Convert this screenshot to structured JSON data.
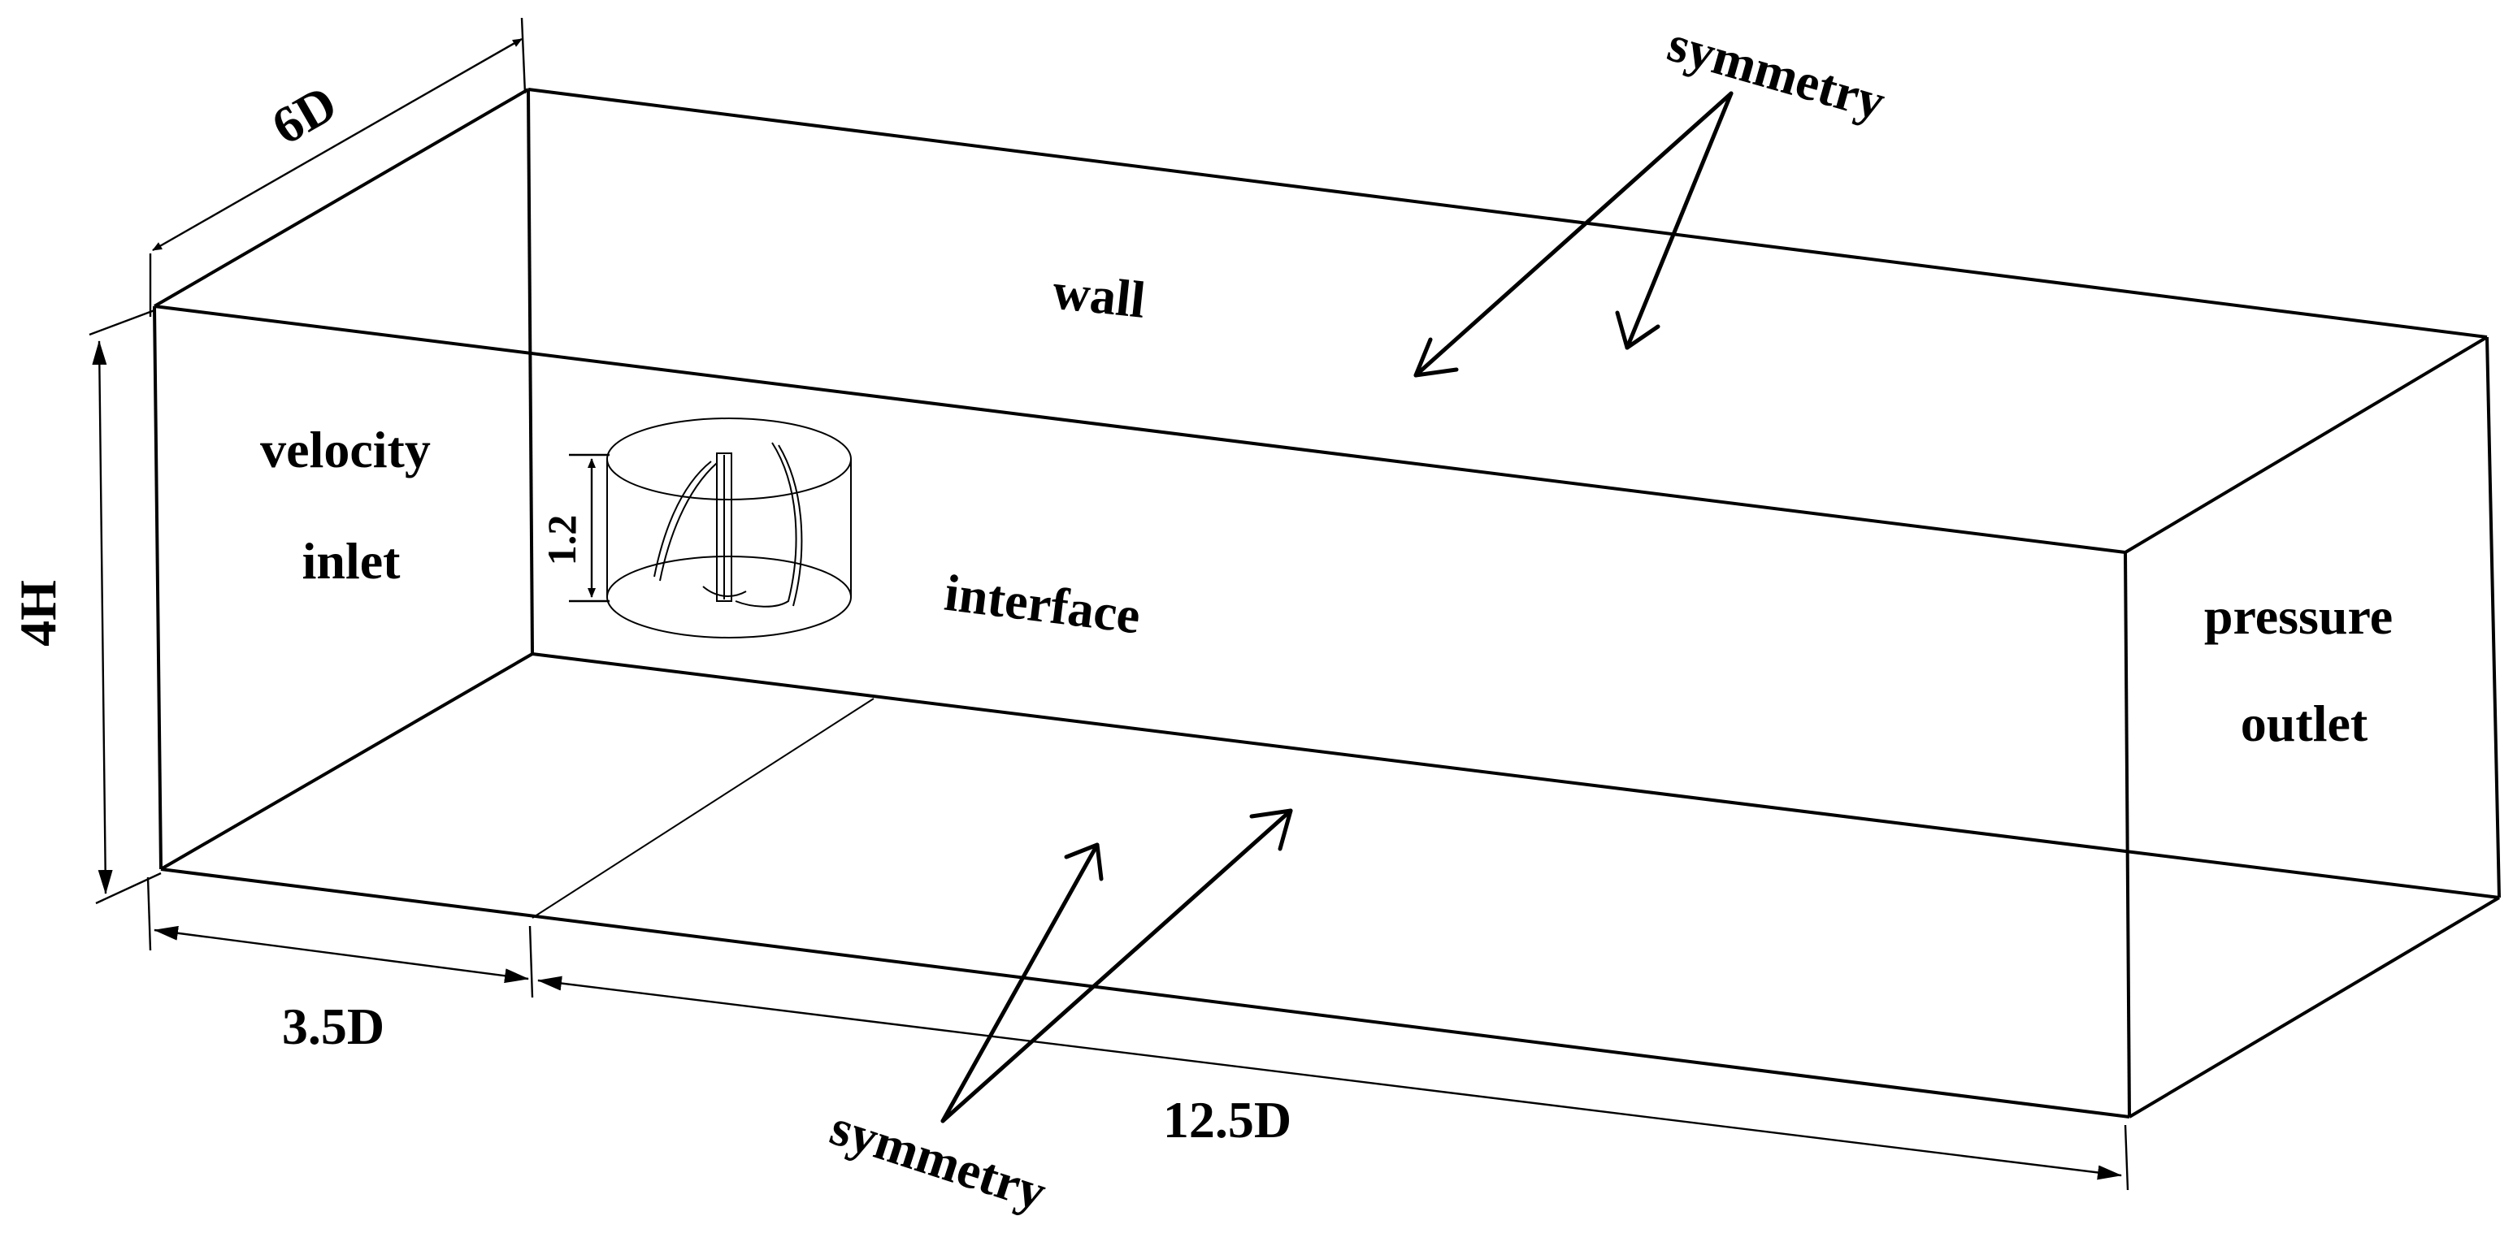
{
  "labels": {
    "wall": "wall",
    "symmetry_top": "symmetry",
    "symmetry_bottom": "symmetry",
    "velocity": "velocity",
    "inlet": "inlet",
    "interface": "interface",
    "pressure": "pressure",
    "outlet": "outlet"
  },
  "dimensions": {
    "width_6d": "6D",
    "height_4h": "4H",
    "upstream_3_5d": "3.5D",
    "downstream_12_5d": "12.5D",
    "rotor_height": "1.2"
  }
}
